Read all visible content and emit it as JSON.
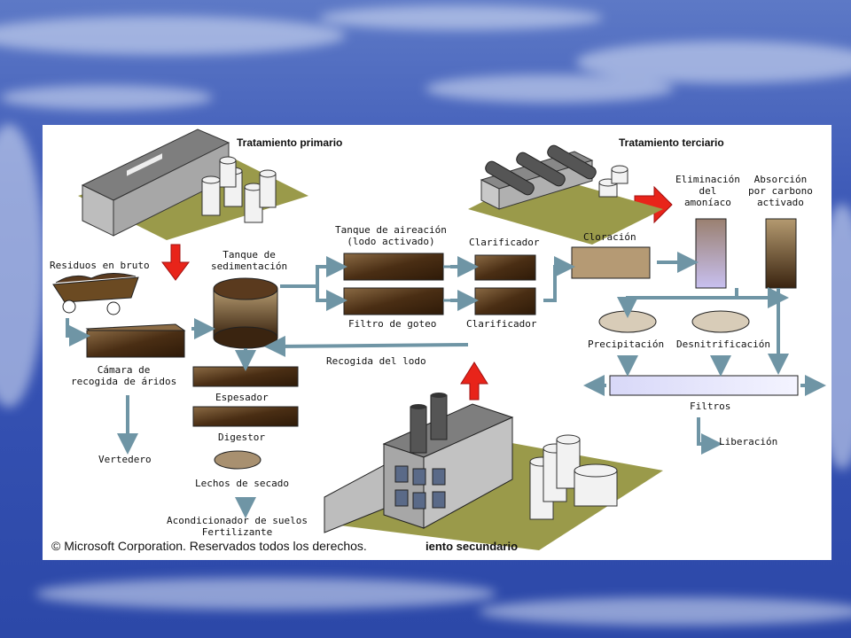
{
  "diagram": {
    "headings": {
      "primary": "Tratamiento primario",
      "tertiary": "Tratamiento terciario",
      "secondary": "iento secundario"
    },
    "labels": {
      "raw_waste": "Residuos en bruto",
      "sedimentation_tank": "Tanque de\nsedimentación",
      "grit_chamber": "Cámara de\nrecogida de áridos",
      "landfill": "Vertedero",
      "thickener": "Espesador",
      "digester": "Digestor",
      "drying_beds": "Lechos de secado",
      "soil_conditioner": "Acondicionador de suelos\nFertilizante",
      "aeration_tank": "Tanque de aireación\n(lodo activado)",
      "trickling_filter": "Filtro de goteo",
      "clarifier_top": "Clarificador",
      "clarifier_bottom": "Clarificador",
      "sludge_collection": "Recogida del lodo",
      "chlorination": "Cloración",
      "ammonia_removal": "Eliminación\ndel\namoníaco",
      "carbon_absorption": "Absorción\npor carbono\nactivado",
      "precipitation": "Precipitación",
      "denitrification": "Desnitrificación",
      "filters": "Filtros",
      "release": "Liberación"
    },
    "copyright": "© Microsoft Corporation. Reservados todos los derechos."
  },
  "colors": {
    "flow_arrow": "#6f95a5",
    "highlight_arrow": "#e8241a",
    "sludge": "#5a3a1e",
    "grass": "#9a9a4a"
  }
}
